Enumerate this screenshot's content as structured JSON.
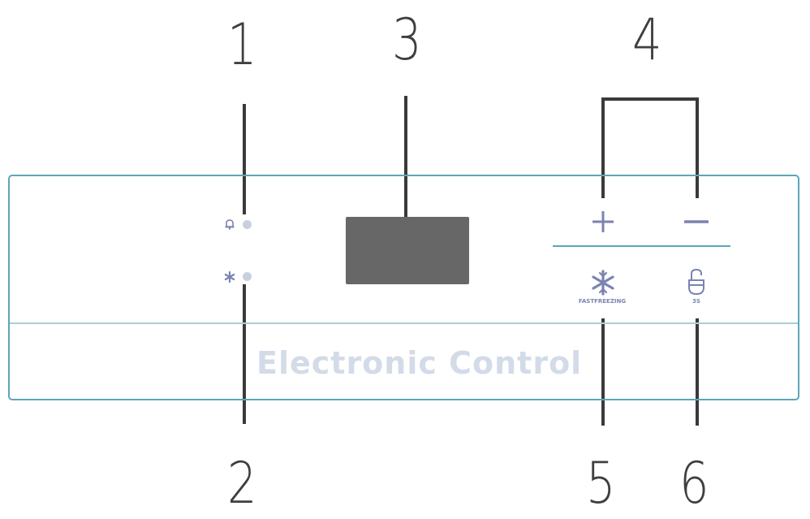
{
  "callouts": {
    "c1": "1",
    "c2": "2",
    "c3": "3",
    "c4": "4",
    "c5": "5",
    "c6": "6"
  },
  "panel": {
    "title": "Electronic Control"
  },
  "keys": {
    "fast_freezing_label": "FASTFREEZING",
    "child_lock_label": "3S"
  },
  "icons": {
    "alarm": "bell-icon",
    "freeze_indicator": "snowflake-icon",
    "plus": "plus-icon",
    "minus": "minus-icon",
    "fast_freezing": "snowflake-icon",
    "child_lock": "padlock-icon"
  },
  "colors": {
    "panel_border": "#5da6b8",
    "panel_title": "#d3dbe8",
    "display": "#676767",
    "icon": "#7b83b0",
    "led": "#c8d0e0",
    "leader": "#3a3a3a"
  }
}
